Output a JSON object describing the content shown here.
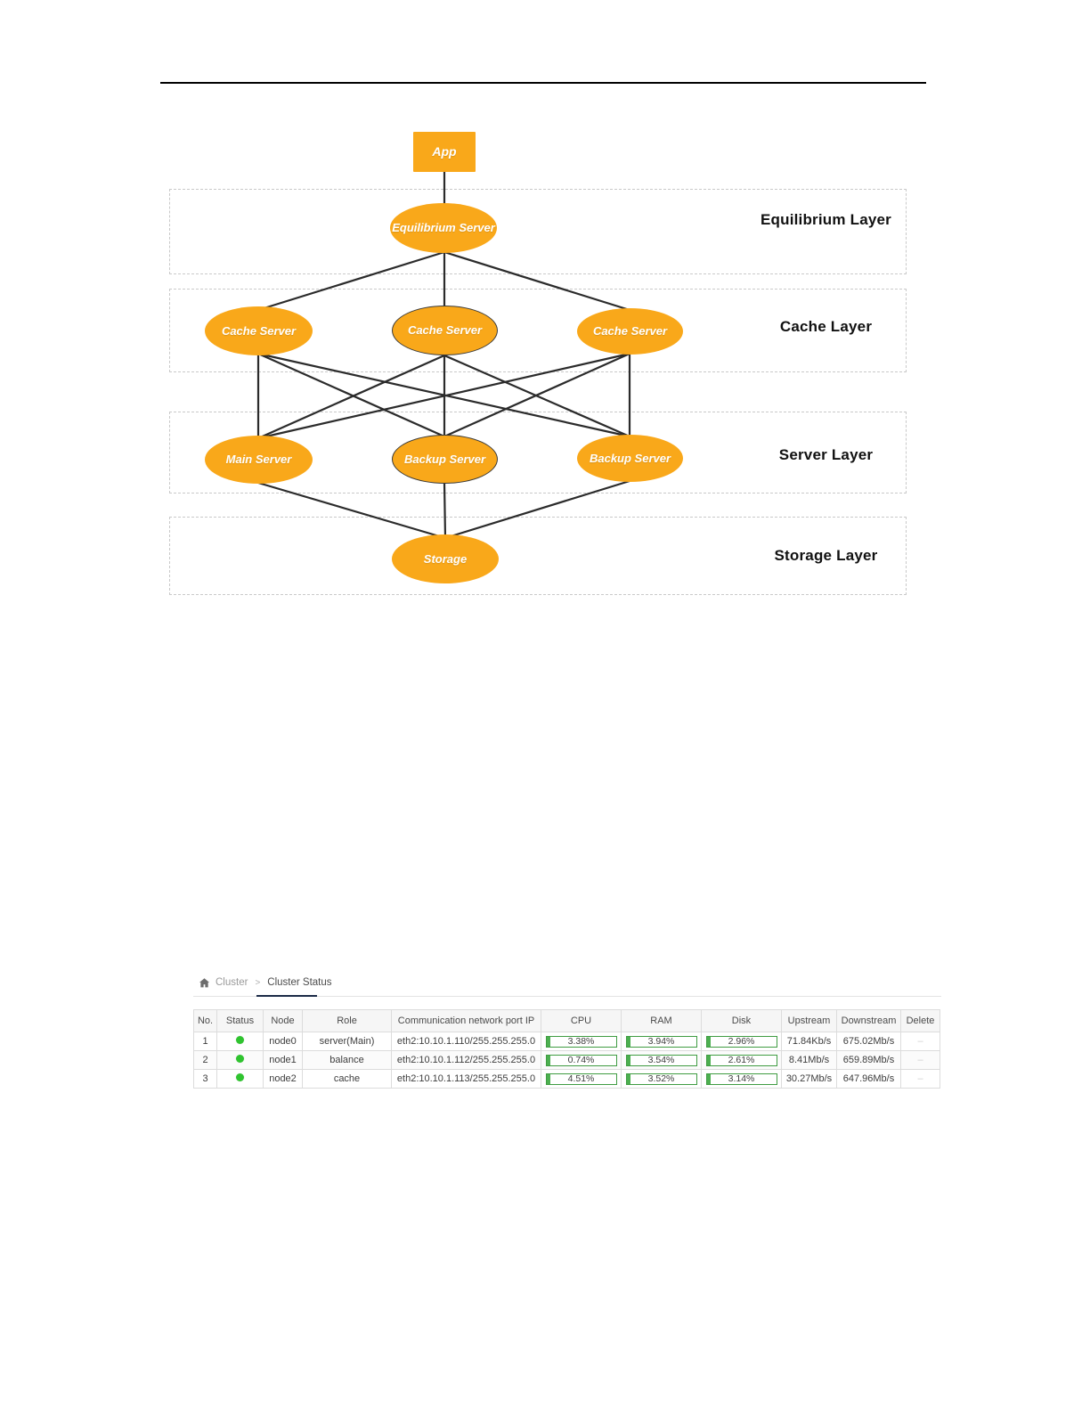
{
  "page": {
    "top_rule": true
  },
  "diagram": {
    "colors": {
      "node_fill": "#F9A81A",
      "node_text": "#FFFFFF",
      "edge": "#2b2b2b",
      "band_border": "#C9C9C9"
    },
    "nodes": [
      {
        "id": "app",
        "label": "App",
        "shape": "rect",
        "outlined": false
      },
      {
        "id": "equilibrium",
        "label": "Equilibrium Server",
        "shape": "ellipse",
        "outlined": false
      },
      {
        "id": "cache-left",
        "label": "Cache Server",
        "shape": "ellipse",
        "outlined": false
      },
      {
        "id": "cache-mid",
        "label": "Cache Server",
        "shape": "ellipse",
        "outlined": true
      },
      {
        "id": "cache-right",
        "label": "Cache Server",
        "shape": "ellipse",
        "outlined": false
      },
      {
        "id": "main-server",
        "label": "Main Server",
        "shape": "ellipse",
        "outlined": false
      },
      {
        "id": "backup-mid",
        "label": "Backup Server",
        "shape": "ellipse",
        "outlined": true
      },
      {
        "id": "backup-right",
        "label": "Backup Server",
        "shape": "ellipse",
        "outlined": false
      },
      {
        "id": "storage",
        "label": "Storage",
        "shape": "ellipse",
        "outlined": false
      }
    ],
    "layers": [
      {
        "id": "equilibrium-layer",
        "label": "Equilibrium Layer"
      },
      {
        "id": "cache-layer",
        "label": "Cache Layer"
      },
      {
        "id": "server-layer",
        "label": "Server Layer"
      },
      {
        "id": "storage-layer",
        "label": "Storage Layer"
      }
    ]
  },
  "panel": {
    "breadcrumb": {
      "home_icon": "home-icon",
      "root": "Cluster",
      "separator": ">",
      "active": "Cluster Status"
    },
    "table": {
      "columns": [
        "No.",
        "Status",
        "Node",
        "Role",
        "Communication network port IP",
        "CPU",
        "RAM",
        "Disk",
        "Upstream",
        "Downstream",
        "Delete"
      ],
      "rows": [
        {
          "no": "1",
          "status": "online",
          "node": "node0",
          "role": "server(Main)",
          "ip": "eth2:10.10.1.110/255.255.255.0",
          "cpu": "3.38%",
          "cpu_pct": 3.38,
          "ram": "3.94%",
          "ram_pct": 3.94,
          "disk": "2.96%",
          "disk_pct": 2.96,
          "upstream": "71.84Kb/s",
          "downstream": "675.02Mb/s",
          "delete": "–"
        },
        {
          "no": "2",
          "status": "online",
          "node": "node1",
          "role": "balance",
          "ip": "eth2:10.10.1.112/255.255.255.0",
          "cpu": "0.74%",
          "cpu_pct": 0.74,
          "ram": "3.54%",
          "ram_pct": 3.54,
          "disk": "2.61%",
          "disk_pct": 2.61,
          "upstream": "8.41Mb/s",
          "downstream": "659.89Mb/s",
          "delete": "–"
        },
        {
          "no": "3",
          "status": "online",
          "node": "node2",
          "role": "cache",
          "ip": "eth2:10.10.1.113/255.255.255.0",
          "cpu": "4.51%",
          "cpu_pct": 4.51,
          "ram": "3.52%",
          "ram_pct": 3.52,
          "disk": "3.14%",
          "disk_pct": 3.14,
          "upstream": "30.27Mb/s",
          "downstream": "647.96Mb/s",
          "delete": "–"
        }
      ]
    }
  }
}
